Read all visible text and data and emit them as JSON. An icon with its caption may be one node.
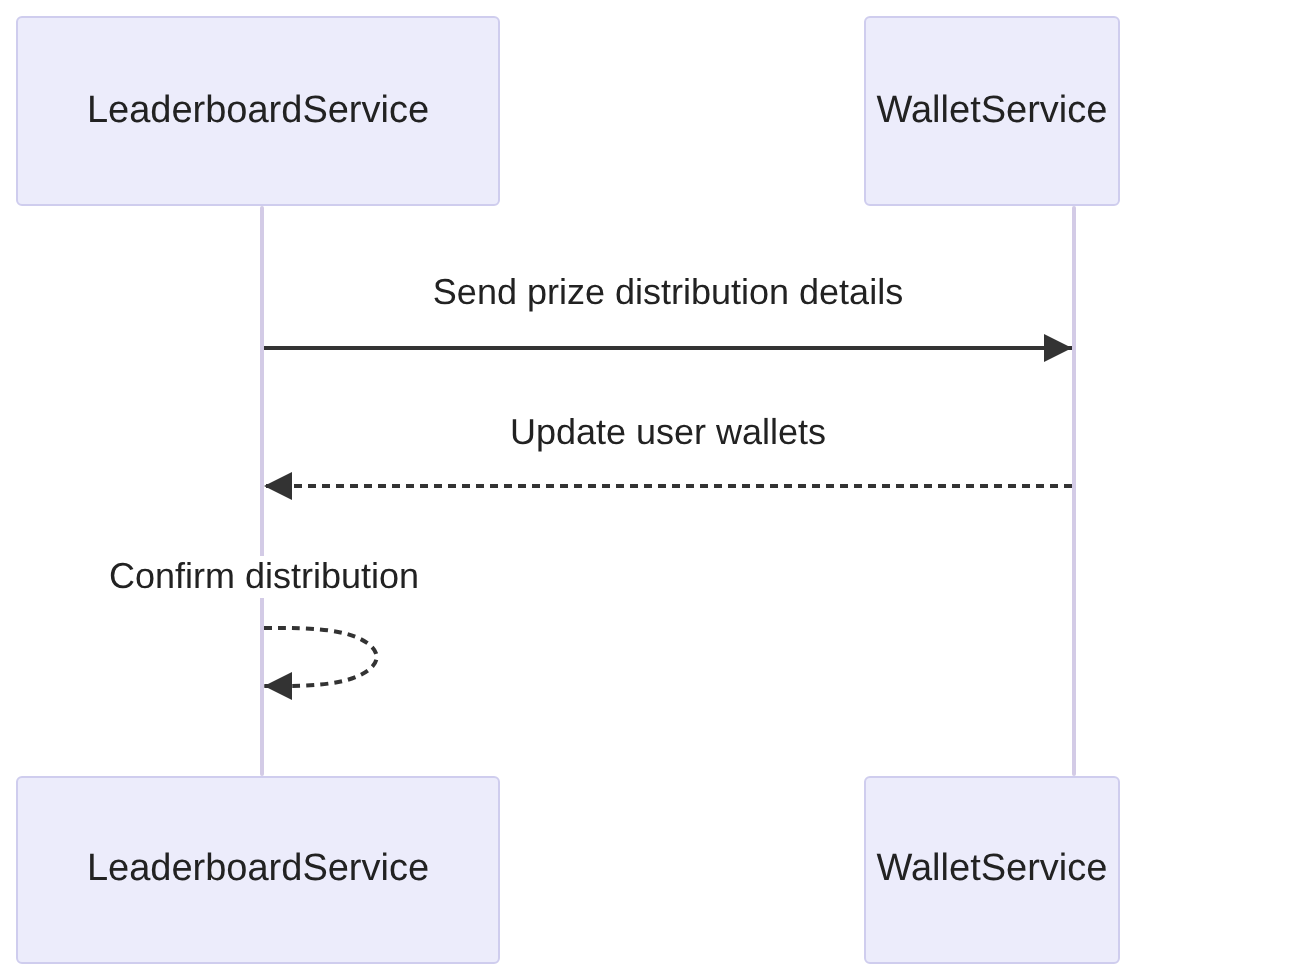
{
  "diagram": {
    "nodes": [
      {
        "text": [
          "LeaderboardService"
        ]
      },
      {
        "text": [
          "WalletService"
        ]
      },
      {
        "text": [
          "LeaderboardService"
        ]
      },
      {
        "text": [
          "WalletService"
        ]
      },
      {
        "text": [],
        "shape": "bar"
      },
      {
        "text": [],
        "shape": "bar"
      }
    ],
    "edges": [
      {
        "from": 4,
        "to": 5,
        "arrow": "to",
        "label": "Send prize distribution details"
      },
      {
        "from": 5,
        "to": 4,
        "arrow": "to",
        "style": "dashed",
        "label": "Update user wallets"
      },
      {
        "from": 4,
        "to": 4,
        "arrow": "to",
        "style": "dashed",
        "label": "Confirm distribution"
      }
    ]
  }
}
